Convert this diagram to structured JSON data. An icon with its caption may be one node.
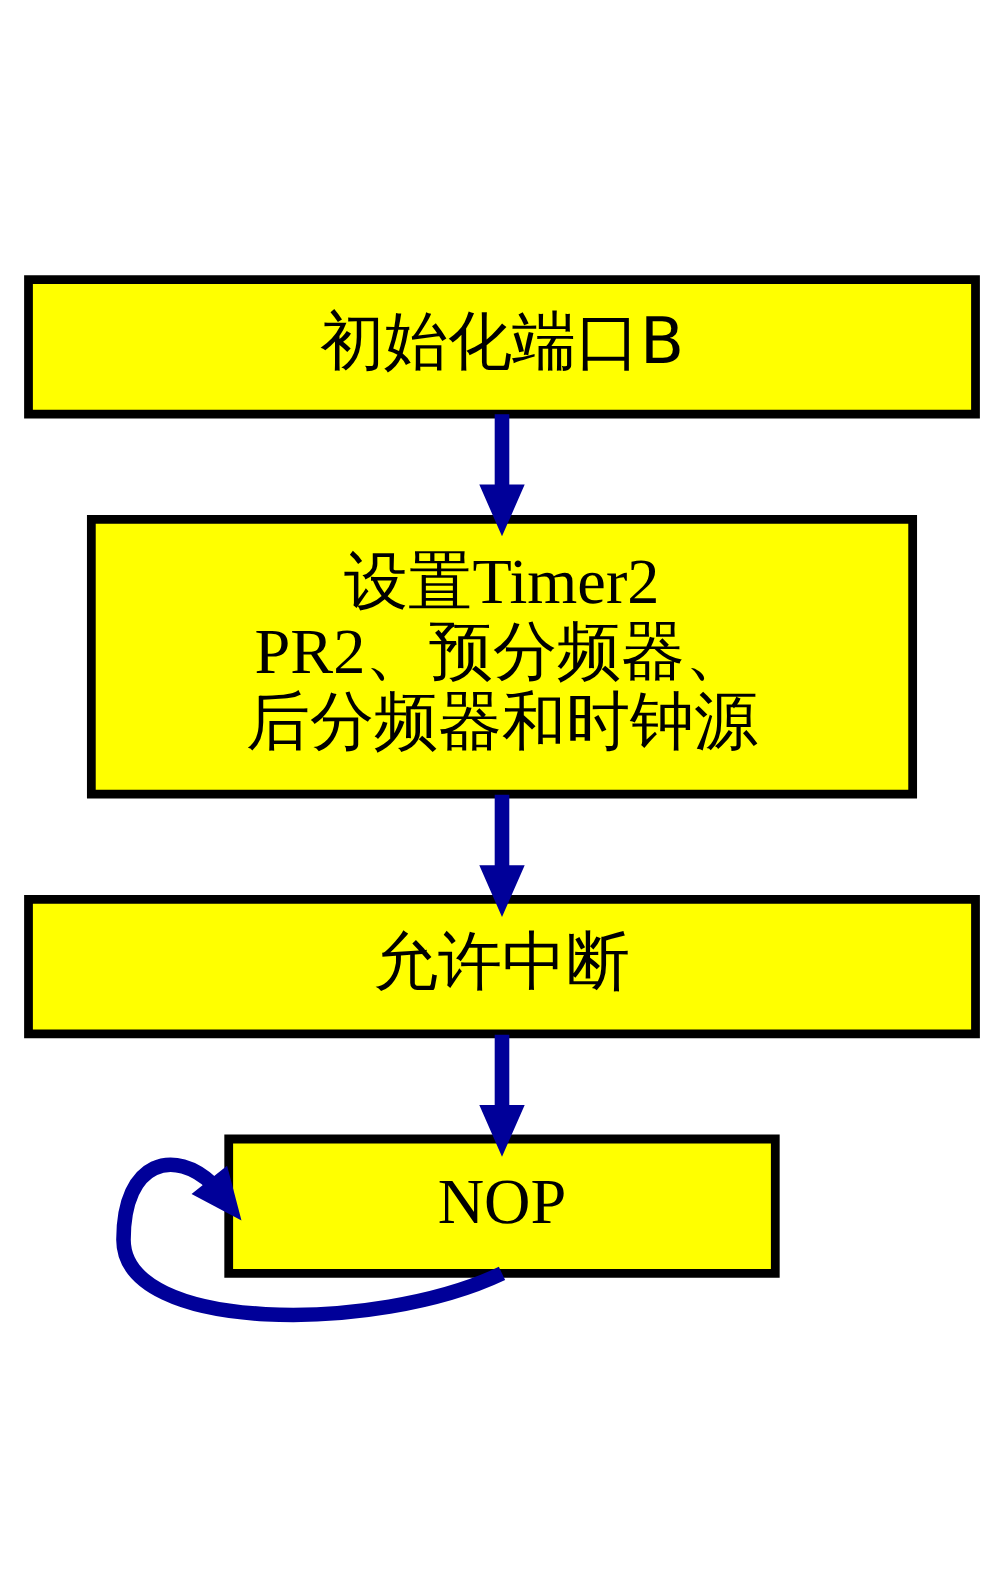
{
  "diagram": {
    "nodes": [
      {
        "text": [
          "初始化端口B"
        ]
      },
      {
        "text": [
          "设置Timer2 PR2、预分频器、后分频器和时钟源"
        ]
      },
      {
        "text": [
          "允许中断"
        ]
      },
      {
        "text": [
          "NOP"
        ]
      }
    ],
    "edges": [
      {
        "from": 0,
        "to": 1,
        "arrow": "to"
      },
      {
        "from": 1,
        "to": 2,
        "arrow": "to"
      },
      {
        "from": 2,
        "to": 3,
        "arrow": "to"
      },
      {
        "from": 3,
        "to": 3,
        "arrow": "to"
      }
    ]
  }
}
